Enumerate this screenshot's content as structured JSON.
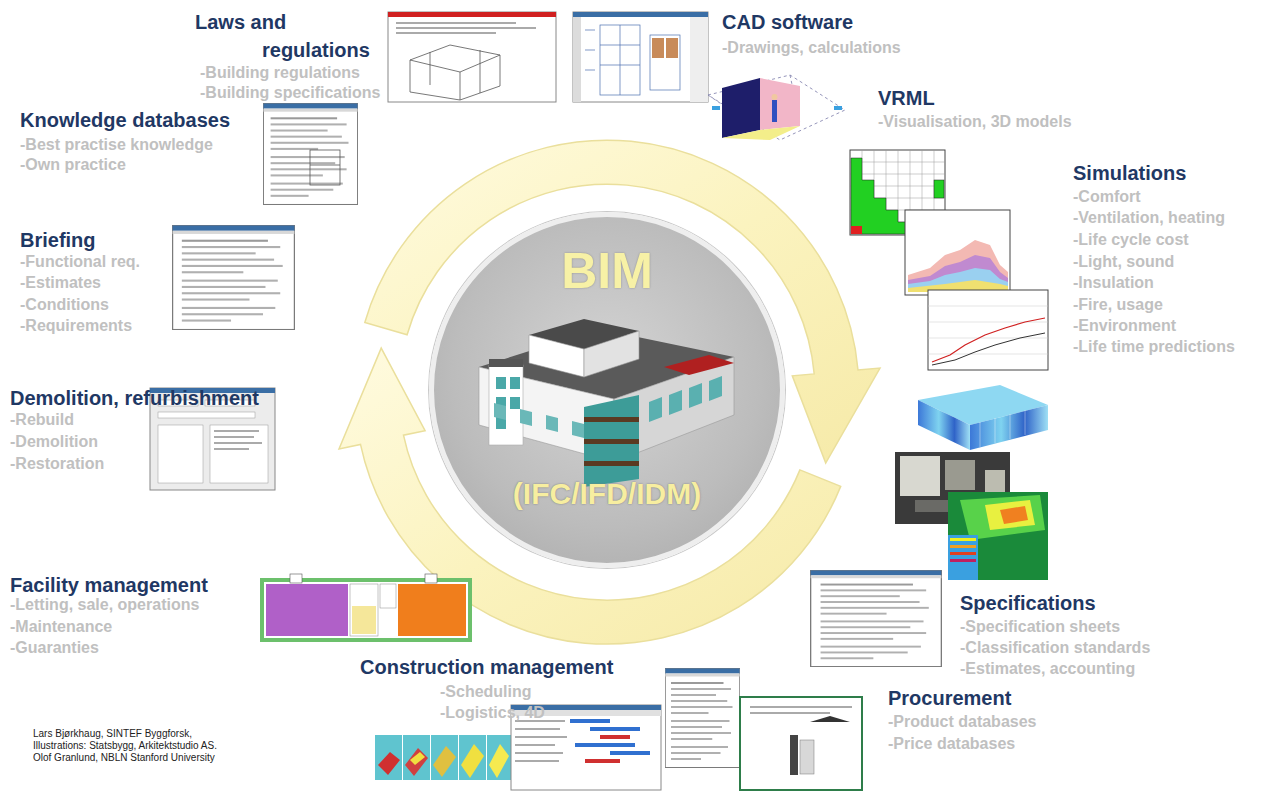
{
  "diagram": {
    "nodes": [
      {
        "text": [
          "BIM",
          "(IFC/IFD/IDM)"
        ]
      }
    ],
    "labels": [
      "Laws and regulations",
      "-Building regulations",
      "-Building specifications",
      "CAD software",
      "-Drawings, calculations",
      "VRML",
      "-Visualisation, 3D models",
      "Simulations",
      "-Comfort",
      "-Ventilation, heating",
      "-Life cycle cost",
      "-Light, sound",
      "-Insulation",
      "-Fire, usage",
      "-Environment",
      "-Life time predictions",
      "Knowledge databases",
      "-Best practise knowledge",
      "-Own practice",
      "Briefing",
      "-Functional req.",
      "-Estimates",
      "-Conditions",
      "-Requirements",
      "Demolition, refurbishment",
      "-Rebuild",
      "-Demolition",
      "-Restoration",
      "Facility management",
      "-Letting, sale, operations",
      "-Maintenance",
      "-Guaranties",
      "Construction management",
      "-Scheduling",
      "-Logistics, 4D",
      "Specifications",
      "-Specification sheets",
      "-Classification standards",
      "-Estimates, accounting",
      "Procurement",
      "-Product databases",
      "-Price databases",
      "Lars Bjørkhaug, SINTEF Byggforsk, Illustrations: Statsbygg, Arkitektstudio AS. Olof Granlund, NBLN Stanford University"
    ]
  }
}
